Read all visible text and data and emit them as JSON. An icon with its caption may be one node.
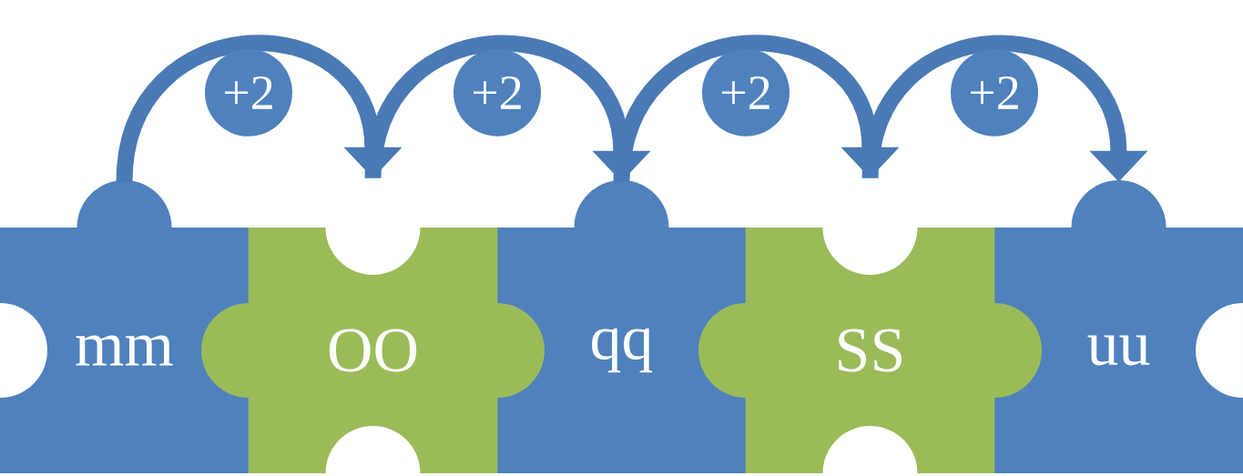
{
  "diagram": {
    "nodes": [
      {
        "text": [
          "mm"
        ]
      },
      {
        "text": [
          "OO"
        ]
      },
      {
        "text": [
          "qq"
        ]
      },
      {
        "text": [
          "SS"
        ]
      },
      {
        "text": [
          "uu"
        ]
      }
    ],
    "edges": [
      {
        "from": 0,
        "to": 1,
        "arrow": "to",
        "label": "+2"
      },
      {
        "from": 1,
        "to": 2,
        "arrow": "to",
        "label": "+2"
      },
      {
        "from": 2,
        "to": 3,
        "arrow": "to",
        "label": "+2"
      },
      {
        "from": 3,
        "to": 4,
        "arrow": "to",
        "label": "+2"
      }
    ]
  }
}
